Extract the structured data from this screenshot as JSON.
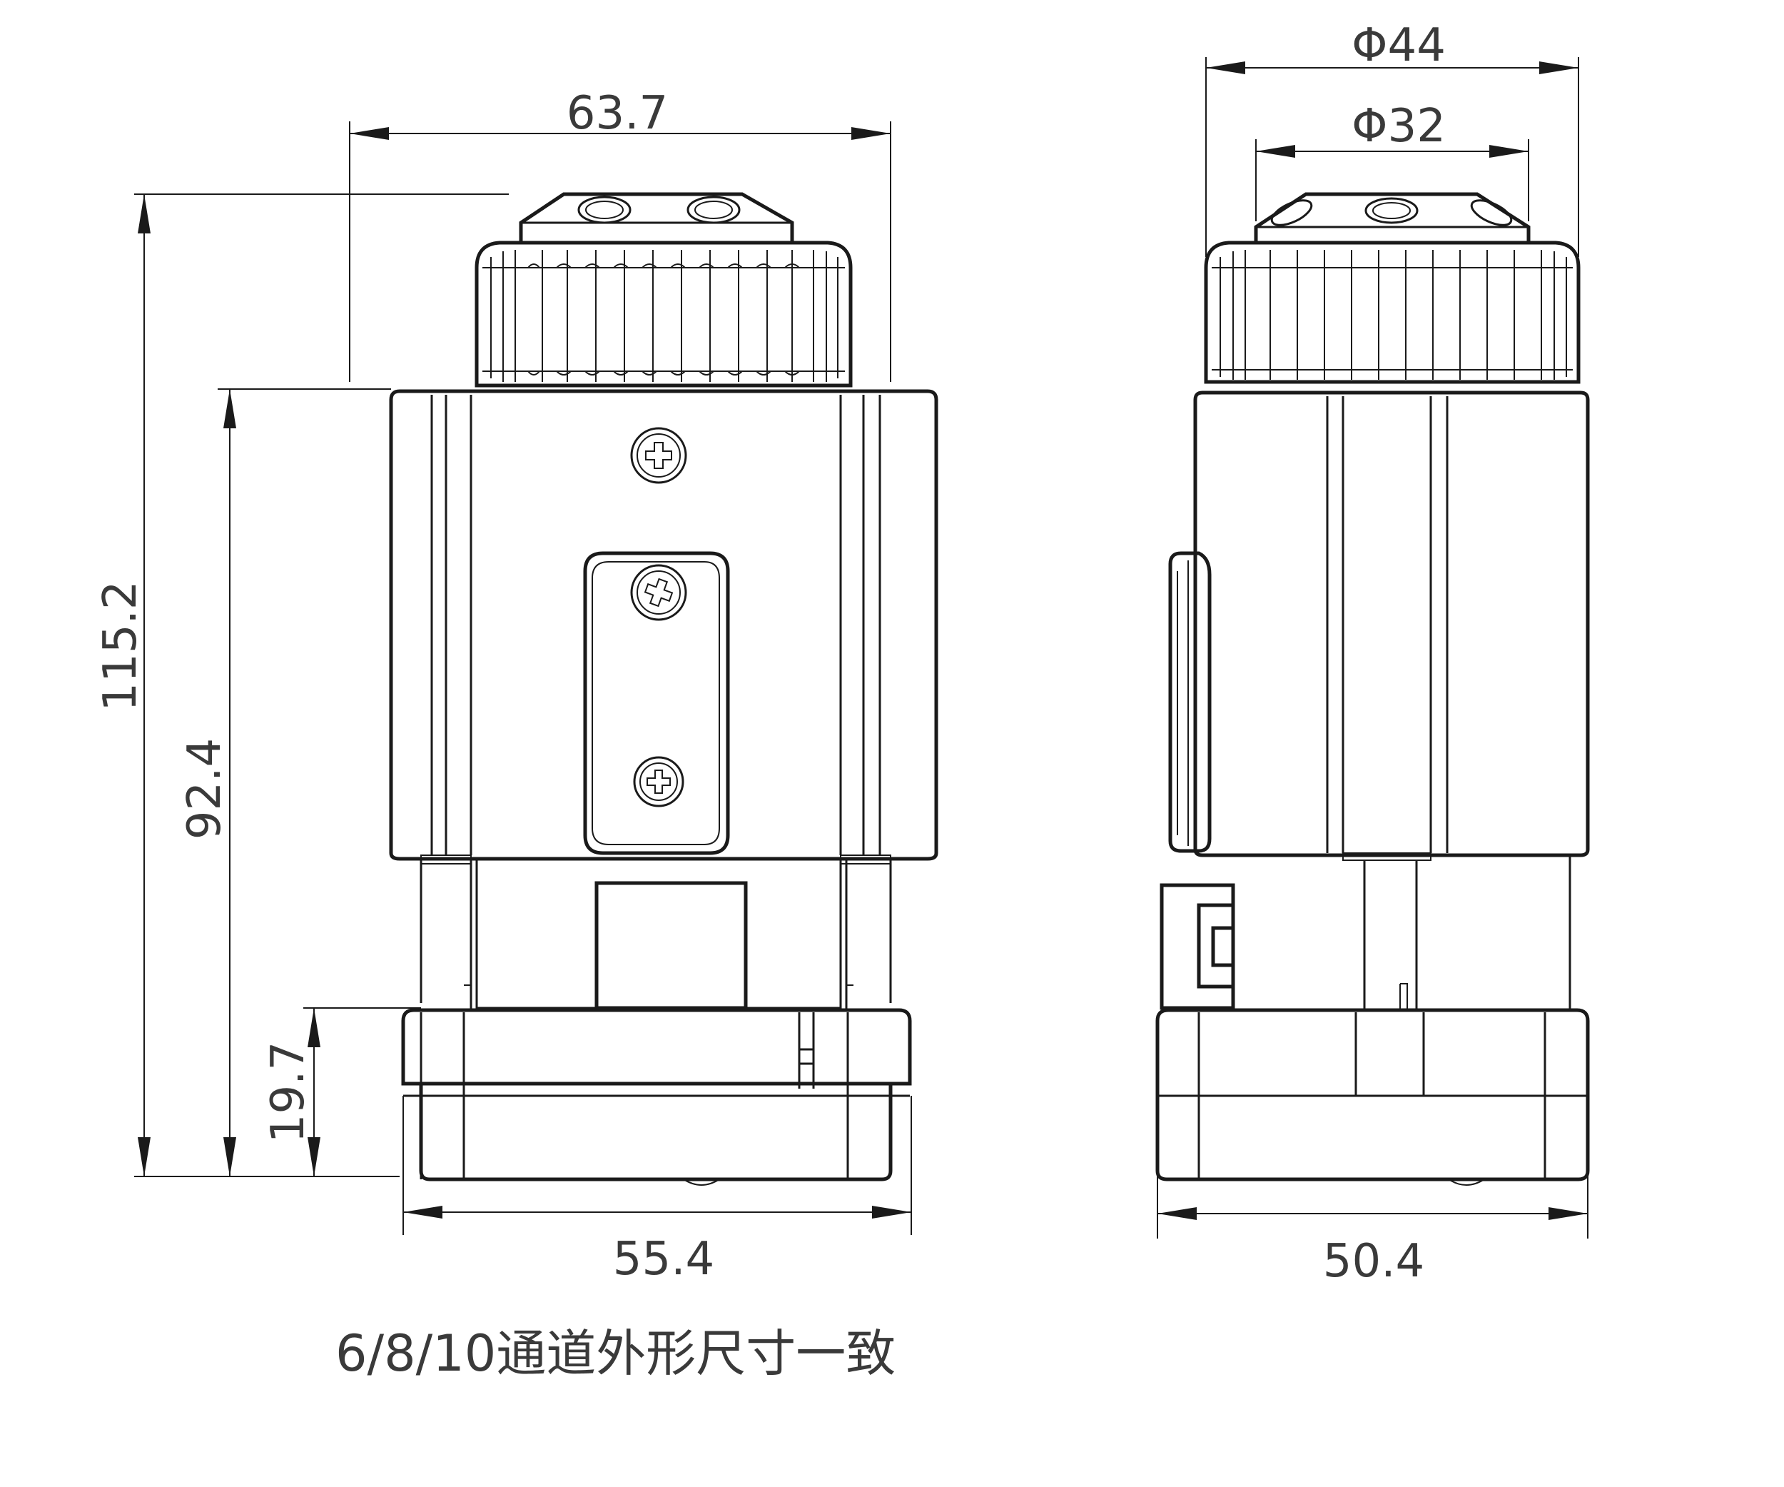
{
  "front_view": {
    "width_top": "63.7",
    "height_total": "115.2",
    "height_body": "92.4",
    "height_base": "19.7",
    "width_base": "55.4"
  },
  "side_view": {
    "diameter_outer": "Φ44",
    "diameter_inner": "Φ32",
    "width_base": "50.4"
  },
  "caption": "6/8/10通道外形尺寸一致"
}
